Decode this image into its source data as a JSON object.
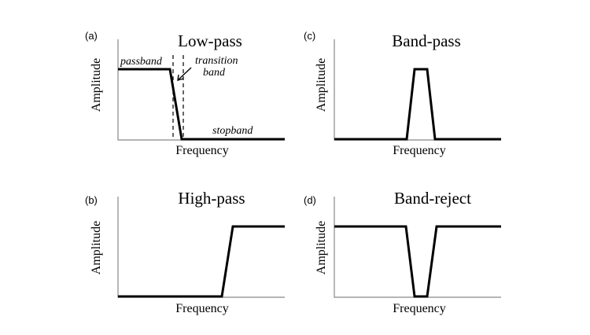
{
  "panels": [
    {
      "letter": "(a)",
      "title": "Low-pass",
      "ylabel": "Amplitude",
      "xlabel": "Frequency",
      "annotations": {
        "passband": "passband",
        "transition_line1": "transition",
        "transition_line2": "band",
        "stopband": "stopband"
      }
    },
    {
      "letter": "(b)",
      "title": "High-pass",
      "ylabel": "Amplitude",
      "xlabel": "Frequency"
    },
    {
      "letter": "(c)",
      "title": "Band-pass",
      "ylabel": "Amplitude",
      "xlabel": "Frequency"
    },
    {
      "letter": "(d)",
      "title": "Band-reject",
      "ylabel": "Amplitude",
      "xlabel": "Frequency"
    }
  ],
  "colors": {
    "line": "#000000",
    "axis": "#888888",
    "background": "#ffffff"
  },
  "icons": {
    "transition_pointer": "arrow-icon"
  }
}
